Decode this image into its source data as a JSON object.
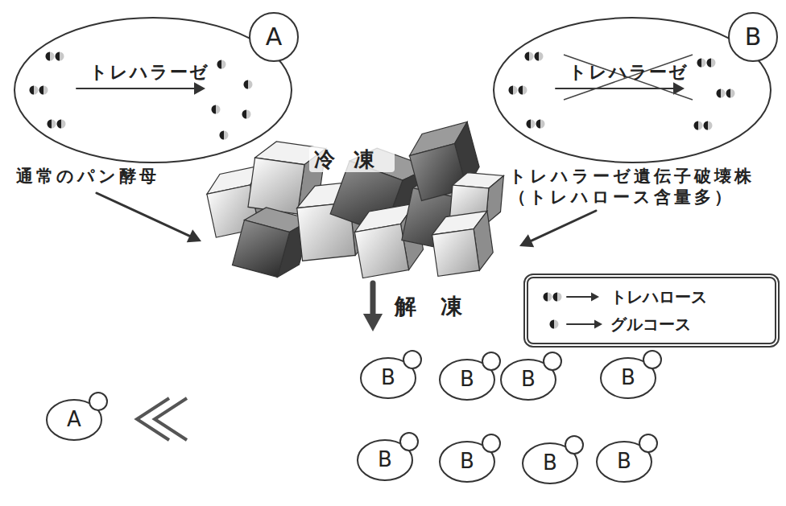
{
  "diagram": {
    "nodes": [
      {
        "text": [
          "A",
          "トレハラーゼ"
        ]
      },
      {
        "text": [
          "B",
          "トレハラーゼ"
        ]
      },
      {
        "text": [
          "A"
        ]
      },
      {
        "text": [
          "B"
        ]
      },
      {
        "text": [
          "B"
        ]
      },
      {
        "text": [
          "B"
        ]
      },
      {
        "text": [
          "B"
        ]
      },
      {
        "text": [
          "B"
        ]
      },
      {
        "text": [
          "B"
        ]
      },
      {
        "text": [
          "B"
        ]
      },
      {
        "text": [
          "B"
        ]
      }
    ],
    "labels": [
      "通常のパン酵母",
      "トレハラーゼ遺伝子破壊株 （トレハロース含量多）",
      "冷凍",
      "解凍"
    ],
    "legend": [
      {
        "text": "トレハロース"
      },
      {
        "text": "グルコース"
      }
    ]
  }
}
